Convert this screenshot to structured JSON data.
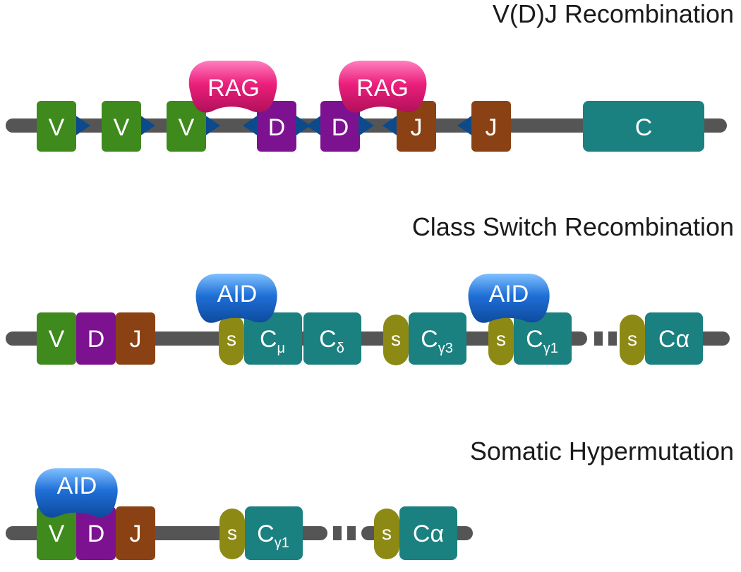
{
  "panels": {
    "vdj": {
      "title": "V(D)J Recombination",
      "segments": [
        "V",
        "V",
        "V",
        "D",
        "D",
        "J",
        "J",
        "C"
      ],
      "enzyme": "RAG"
    },
    "csr": {
      "title": "Class Switch Recombination",
      "segments": [
        "V",
        "D",
        "J"
      ],
      "switch": "s",
      "constant": {
        "mu": {
          "base": "C",
          "sub": "μ"
        },
        "delta": {
          "base": "C",
          "sub": "δ"
        },
        "gamma3": {
          "base": "C",
          "sub": "γ3"
        },
        "gamma1": {
          "base": "C",
          "sub": "γ1"
        },
        "alpha": {
          "base": "Cα"
        }
      },
      "enzyme": "AID"
    },
    "shm": {
      "title": "Somatic Hypermutation",
      "segments": [
        "V",
        "D",
        "J"
      ],
      "switch": "s",
      "constant": {
        "gamma1": {
          "base": "C",
          "sub": "γ1"
        },
        "alpha": {
          "base": "Cα"
        }
      },
      "enzyme": "AID"
    }
  },
  "colors": {
    "strand": "#555555",
    "v": "#3e8a1c",
    "d": "#7d1290",
    "j": "#8a4214",
    "c": "#1a8080",
    "switch": "#8c8a14",
    "rss": "#0c4a8c",
    "rag": "#ec1f7c",
    "aid": "#1f6fd6"
  }
}
